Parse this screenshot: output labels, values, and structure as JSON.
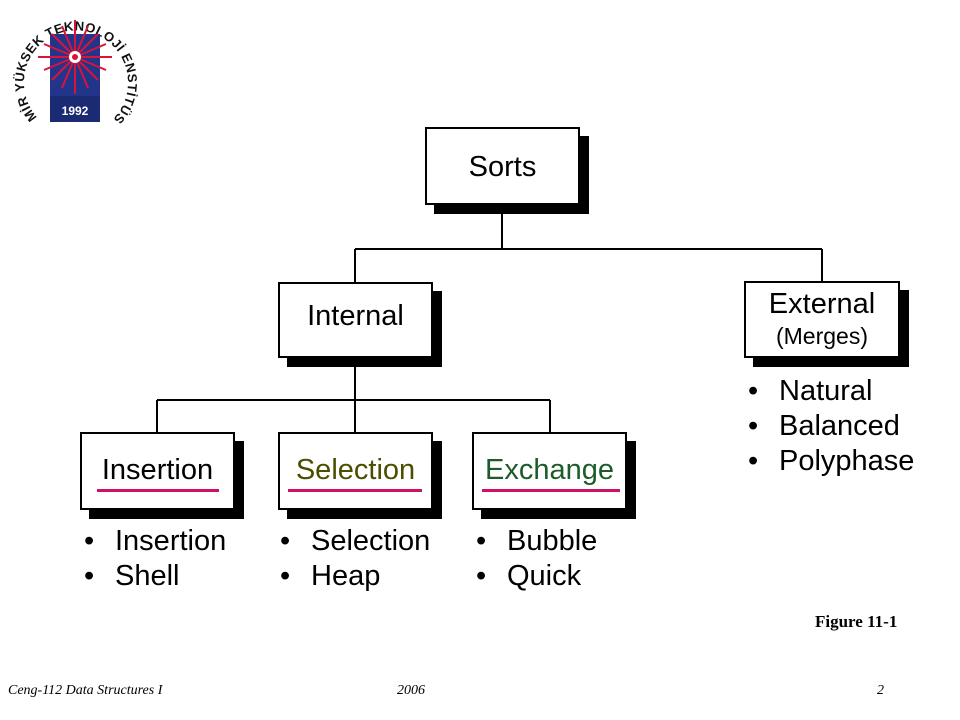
{
  "logo": {
    "arc_text": "İZMİR YÜKSEK TEKNOLOJİ ENSTİTÜSÜ",
    "year": "1992"
  },
  "diagram": {
    "root": "Sorts",
    "internal": "Internal",
    "external": {
      "title": "External",
      "subtitle": "(Merges)"
    },
    "external_items": [
      "Natural",
      "Balanced",
      "Polyphase"
    ],
    "insertion": {
      "title": "Insertion",
      "items": [
        "Insertion",
        "Shell"
      ]
    },
    "selection": {
      "title": "Selection",
      "items": [
        "Selection",
        "Heap"
      ]
    },
    "exchange": {
      "title": "Exchange",
      "items": [
        "Bubble",
        "Quick"
      ]
    },
    "colors": {
      "selection_text": "#4d4d00",
      "exchange_text": "#1d5c2a",
      "underline": "#cc1166"
    }
  },
  "caption": "Figure 11-1",
  "footer": {
    "course": "Ceng-112 Data Structures I",
    "year": "2006",
    "page": "2"
  }
}
